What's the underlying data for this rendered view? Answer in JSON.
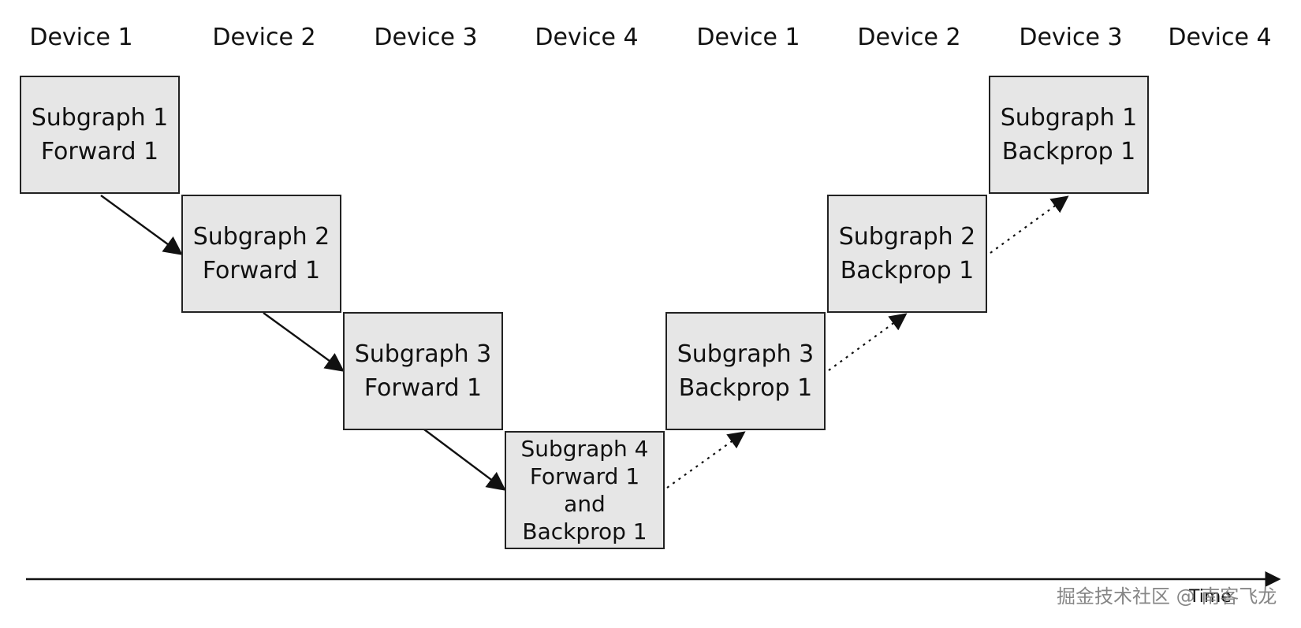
{
  "device_labels": [
    "Device 1",
    "Device 2",
    "Device 3",
    "Device 4",
    "Device 1",
    "Device 2",
    "Device 3",
    "Device 4"
  ],
  "blocks": [
    {
      "lines": [
        "Subgraph 1",
        "Forward 1"
      ]
    },
    {
      "lines": [
        "Subgraph 2",
        "Forward 1"
      ]
    },
    {
      "lines": [
        "Subgraph 3",
        "Forward 1"
      ]
    },
    {
      "lines": [
        "Subgraph 4",
        "Forward 1",
        "and",
        "Backprop 1"
      ]
    },
    {
      "lines": [
        "Subgraph 3",
        "Backprop 1"
      ]
    },
    {
      "lines": [
        "Subgraph 2",
        "Backprop 1"
      ]
    },
    {
      "lines": [
        "Subgraph 1",
        "Backprop 1"
      ]
    }
  ],
  "timeline": {
    "label": "Time"
  },
  "watermark": "掘金技术社区 @ 南客飞龙",
  "colors": {
    "block_fill": "#e6e6e6",
    "stroke": "#222222"
  }
}
